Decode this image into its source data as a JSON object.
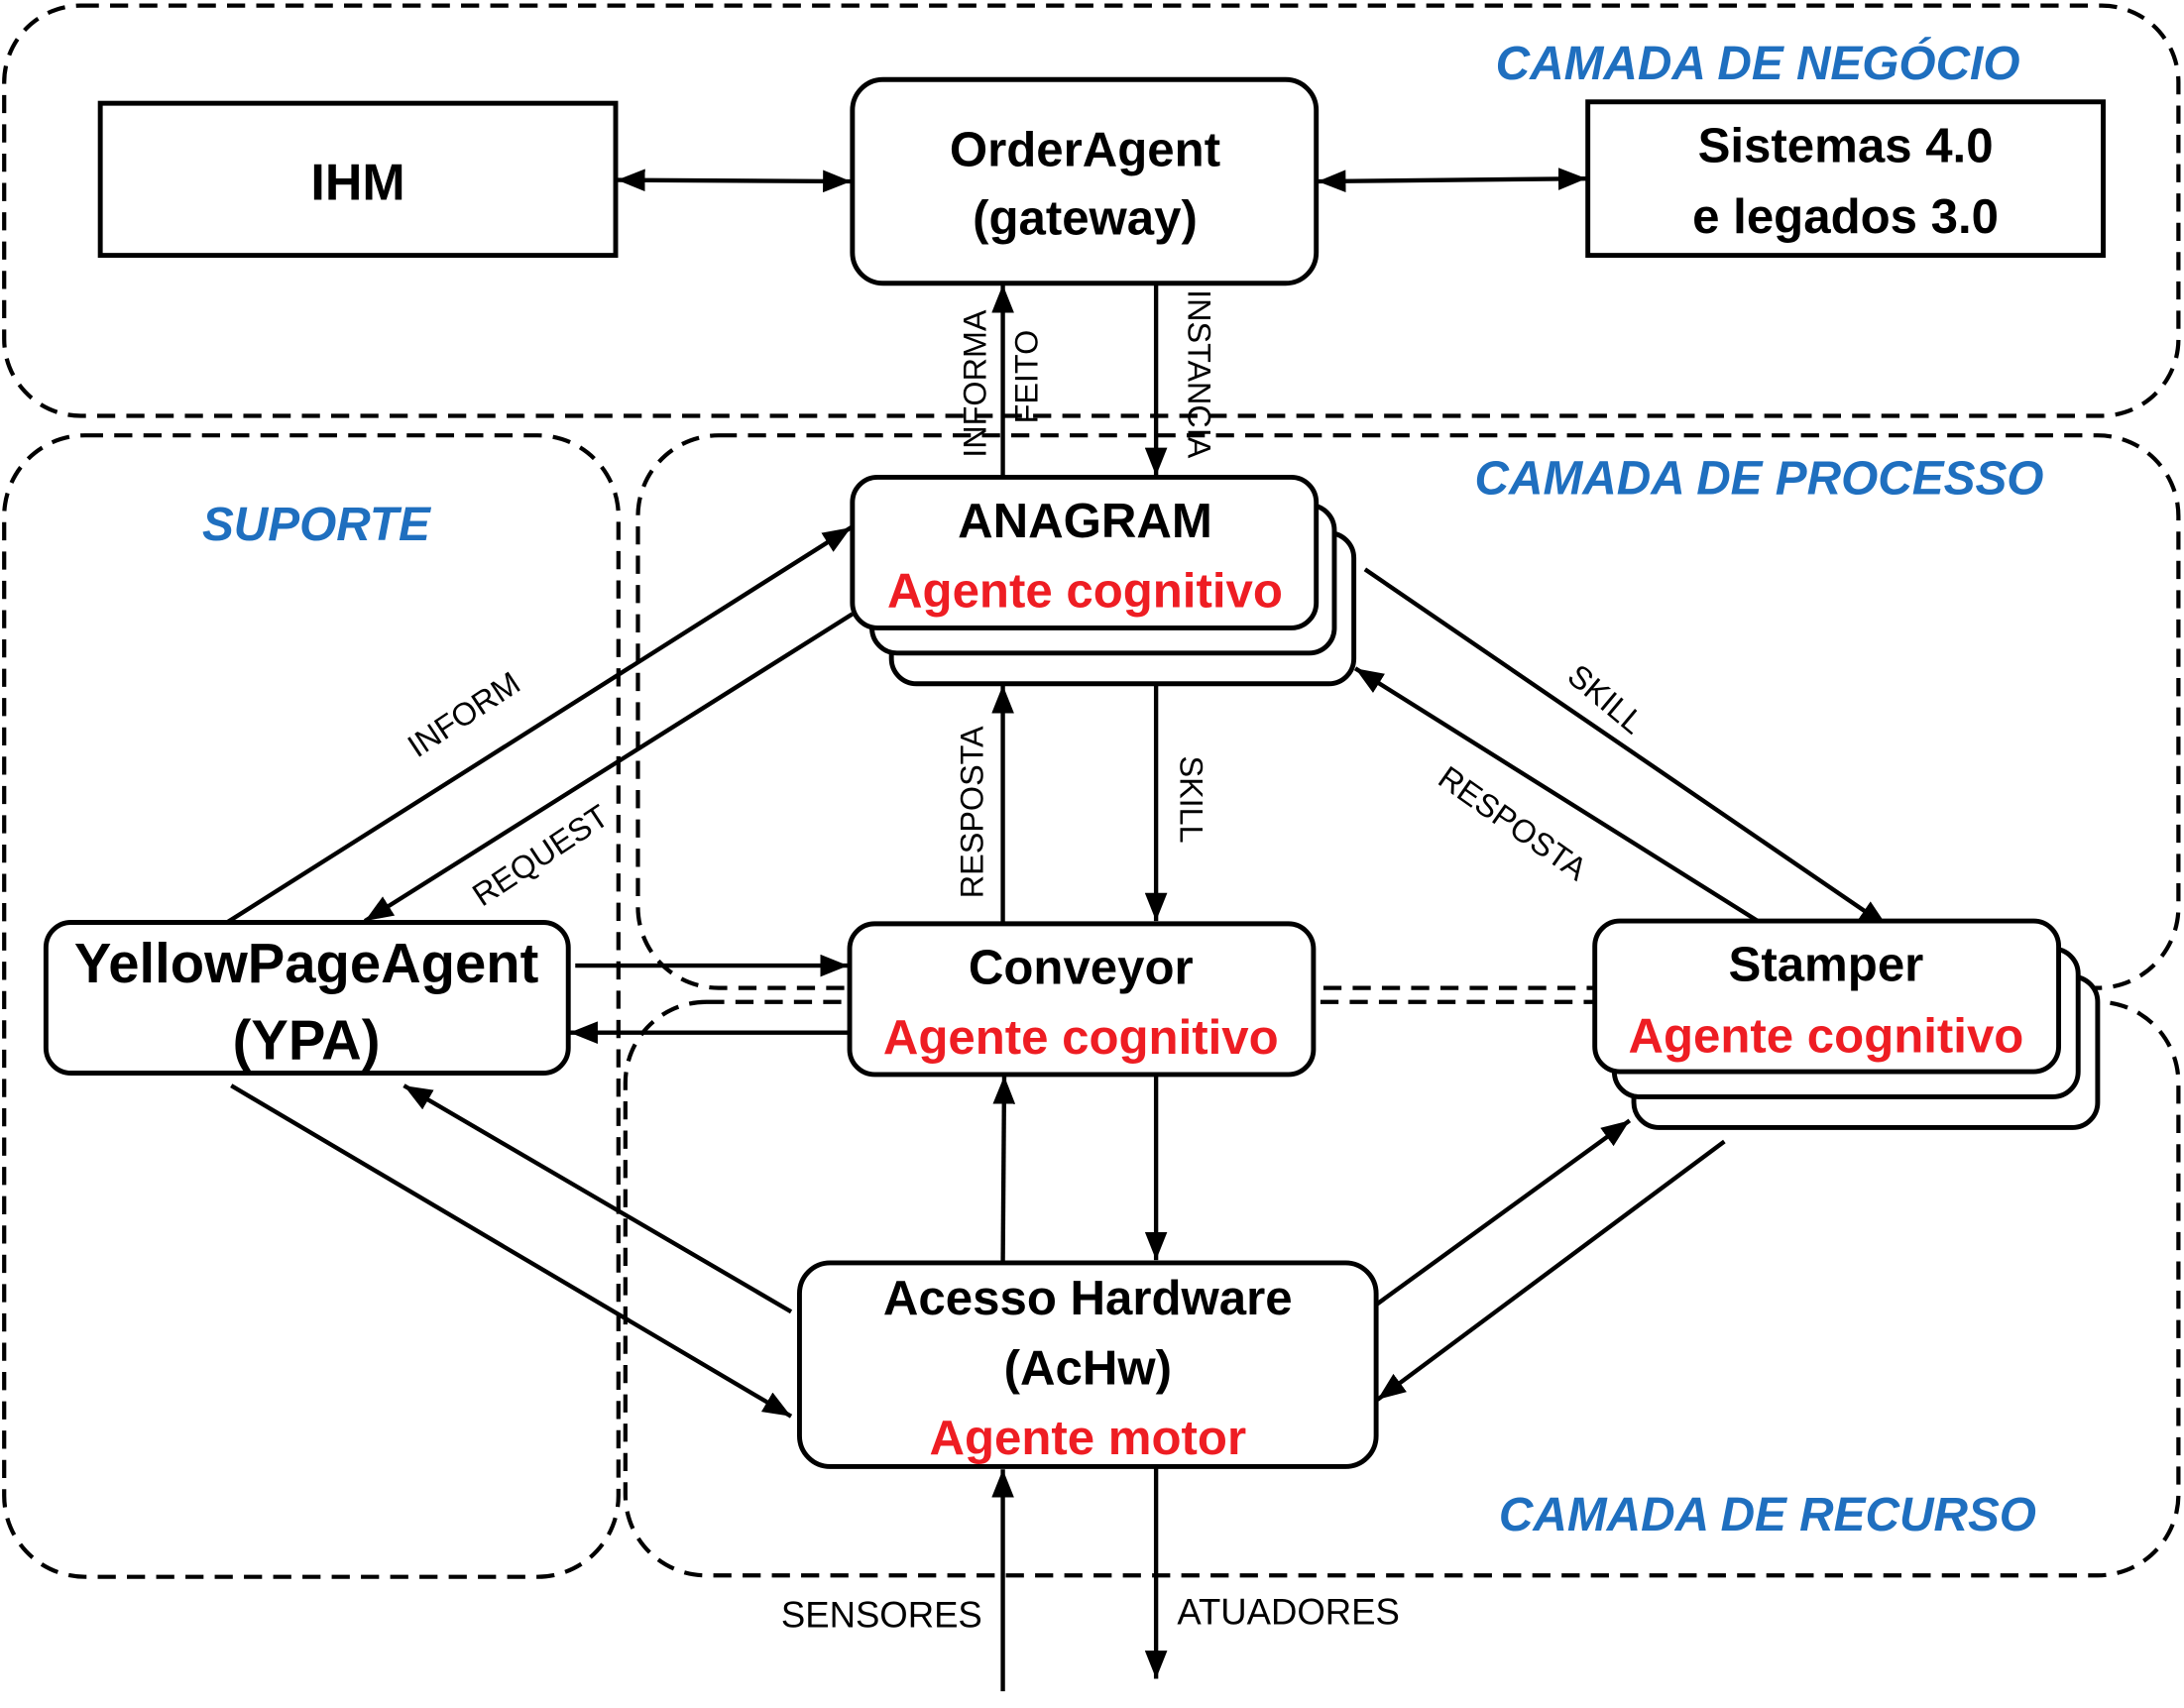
{
  "colors": {
    "layer_label": "#1f6fbf",
    "agent_role": "#ee1d23",
    "line": "#000000",
    "background": "#ffffff"
  },
  "layers": {
    "negocio": "CAMADA DE NEGÓCIO",
    "processo": "CAMADA DE PROCESSO",
    "recurso": "CAMADA DE RECURSO",
    "suporte": "SUPORTE"
  },
  "nodes": {
    "ihm": {
      "title": "IHM"
    },
    "order_agent": {
      "title": "OrderAgent",
      "subtitle": "(gateway)"
    },
    "sistemas": {
      "line1": "Sistemas 4.0",
      "line2": "e legados 3.0"
    },
    "anagram": {
      "title": "ANAGRAM",
      "role": "Agente cognitivo"
    },
    "conveyor": {
      "title": "Conveyor",
      "role": "Agente cognitivo"
    },
    "stamper": {
      "title": "Stamper",
      "role": "Agente cognitivo"
    },
    "yellow_page_agent": {
      "title": "YellowPageAgent",
      "subtitle": "(YPA)"
    },
    "acesso_hardware": {
      "title": "Acesso Hardware",
      "subtitle": "(AcHw)",
      "role": "Agente motor"
    }
  },
  "edge_labels": {
    "informa": "INFORMA",
    "feito": "FEITO",
    "instancia": "INSTANCIA",
    "inform": "INFORM",
    "request": "REQUEST",
    "conveyor_skill": "SKILL",
    "conveyor_resposta": "RESPOSTA",
    "stamper_skill": "SKILL",
    "stamper_resposta": "RESPOSTA",
    "sensores": "SENSORES",
    "atuadores": "ATUADORES"
  }
}
